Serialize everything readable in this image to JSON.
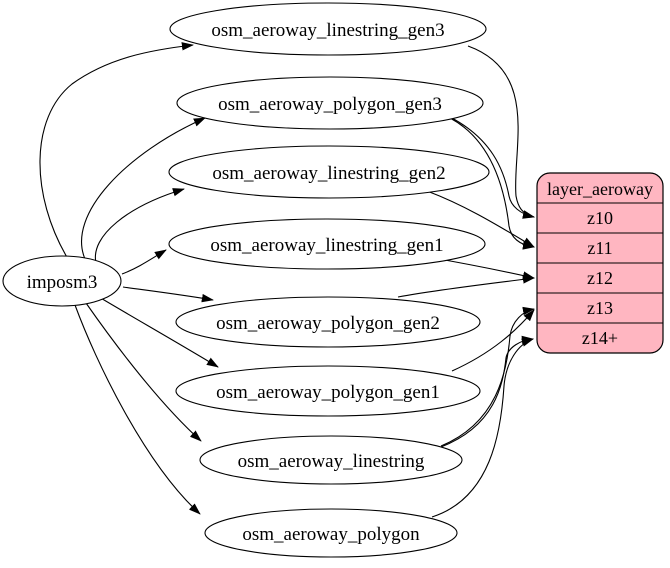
{
  "diagram": {
    "source": {
      "label": "imposm3"
    },
    "tables": [
      {
        "label": "osm_aeroway_linestring_gen3"
      },
      {
        "label": "osm_aeroway_polygon_gen3"
      },
      {
        "label": "osm_aeroway_linestring_gen2"
      },
      {
        "label": "osm_aeroway_linestring_gen1"
      },
      {
        "label": "osm_aeroway_polygon_gen2"
      },
      {
        "label": "osm_aeroway_polygon_gen1"
      },
      {
        "label": "osm_aeroway_linestring"
      },
      {
        "label": "osm_aeroway_polygon"
      }
    ],
    "layer": {
      "title": "layer_aeroway",
      "zoom_rows": [
        {
          "label": "z10"
        },
        {
          "label": "z11"
        },
        {
          "label": "z12"
        },
        {
          "label": "z13"
        },
        {
          "label": "z14+"
        }
      ]
    },
    "colors": {
      "layer_fill": "#ffb6c1",
      "node_fill": "#ffffff",
      "edge_color": "#000000",
      "background": "#ffffff"
    },
    "edges": [
      {
        "from": "imposm3",
        "to": "osm_aeroway_linestring_gen3"
      },
      {
        "from": "imposm3",
        "to": "osm_aeroway_polygon_gen3"
      },
      {
        "from": "imposm3",
        "to": "osm_aeroway_linestring_gen2"
      },
      {
        "from": "imposm3",
        "to": "osm_aeroway_linestring_gen1"
      },
      {
        "from": "imposm3",
        "to": "osm_aeroway_polygon_gen2"
      },
      {
        "from": "imposm3",
        "to": "osm_aeroway_polygon_gen1"
      },
      {
        "from": "imposm3",
        "to": "osm_aeroway_linestring"
      },
      {
        "from": "imposm3",
        "to": "osm_aeroway_polygon"
      },
      {
        "from": "osm_aeroway_linestring_gen3",
        "to": "layer_aeroway:z10"
      },
      {
        "from": "osm_aeroway_polygon_gen3",
        "to": "layer_aeroway:z10"
      },
      {
        "from": "osm_aeroway_polygon_gen3",
        "to": "layer_aeroway:z11"
      },
      {
        "from": "osm_aeroway_linestring_gen2",
        "to": "layer_aeroway:z11"
      },
      {
        "from": "osm_aeroway_linestring_gen1",
        "to": "layer_aeroway:z12"
      },
      {
        "from": "osm_aeroway_polygon_gen2",
        "to": "layer_aeroway:z12"
      },
      {
        "from": "osm_aeroway_polygon_gen1",
        "to": "layer_aeroway:z13"
      },
      {
        "from": "osm_aeroway_linestring",
        "to": "layer_aeroway:z13"
      },
      {
        "from": "osm_aeroway_linestring",
        "to": "layer_aeroway:z14+"
      },
      {
        "from": "osm_aeroway_polygon",
        "to": "layer_aeroway:z14+"
      }
    ]
  }
}
